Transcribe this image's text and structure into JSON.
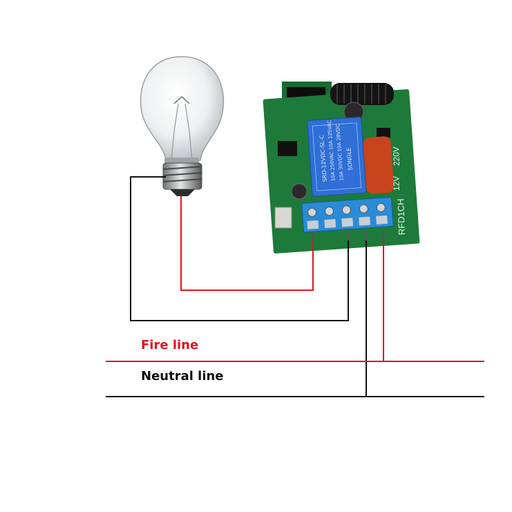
{
  "labels": {
    "fire_line": "Fire line",
    "neutral_line": "Neutral line"
  },
  "board": {
    "model": "RFD1CH",
    "voltage_low": "12V",
    "voltage_high": "220V",
    "relay_brand": "SONGLE",
    "relay_model": "SRD-12VDC-SL-C",
    "relay_rating_1": "10A 250VAC  10A 125VAC",
    "relay_rating_2": "10A 30VDC  10A 28VDC"
  },
  "colors": {
    "fire": "#e0141e",
    "neutral": "#111111",
    "pcb": "#1d7a3a",
    "relay": "#2f6fd6",
    "terminal": "#2a8bd8",
    "capacitor": "#c8441d",
    "fire_text": "#e0141e",
    "neutral_text": "#111111"
  },
  "icons": [
    "light-bulb-icon",
    "relay-board-icon",
    "antenna-coil-icon"
  ]
}
